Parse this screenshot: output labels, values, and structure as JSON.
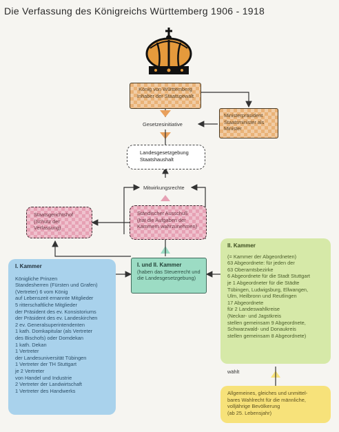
{
  "title": "Die Verfassung des Königreichs Württemberg 1906 - 1918",
  "king": {
    "lines": [
      "König von Württemberg",
      "Inhaber der Staatsgewalt"
    ]
  },
  "ministers": {
    "lines": [
      "Ministerpräsident",
      "Staatsminister als",
      "Minister"
    ]
  },
  "gesetzesinitiative": "Gesetzesinitiative",
  "landesgesetzgebung": {
    "lines": [
      "Landesgesetzgebung",
      "Staatshaushalt"
    ]
  },
  "mitwirkungsrechte": "Mitwirkungsrechte",
  "staendischer_ausschuss": {
    "lines": [
      "Ständischer Ausschuß",
      "(hat die Aufgaben der",
      "Kammern wahrzunehmen)"
    ]
  },
  "staatsgerichtshof": {
    "lines": [
      "Staatsgerichtshof",
      "(Schutz der",
      "Verfassung)"
    ]
  },
  "erste_kammer": {
    "heading": "I. Kammer",
    "lines": [
      "Königliche Prinzen",
      "Standesherren (Fürsten und Grafen)",
      "(Vertreter) 6 vom König",
      "auf Lebenszeit ernannte Mitglieder",
      "5 ritterschaftliche Mitglieder",
      "der Präsident des ev. Konsistoriums",
      "der Präsident des ev. Landeskirchen",
      "2 ev. Generalsuperintendenten",
      "1 kath. Domkapitular (als Vertreter",
      "des Bischofs) oder Domdekan",
      "1 kath. Dekan",
      "1 Vertreter",
      "der Landesuniversität Tübingen",
      "1 Vertreter der TH Stuttgart",
      "je 2 Vertreter",
      "von Handel und Industrie",
      "2 Vertreter der Landwirtschaft",
      "1 Vertreter des Handwerks"
    ]
  },
  "beide_kammern": {
    "heading": "I. und II. Kammer",
    "lines": [
      "(haben das Steuerrecht und",
      "die Landesgesetzgebung)"
    ]
  },
  "zweite_kammer": {
    "heading": "II. Kammer",
    "lines": [
      "(= Kammer der Abgeordneten)",
      "63 Abgeordnete: für jeden der",
      "63 Oberamtsbezirke",
      "6 Abgeordnete für die Stadt Stuttgart",
      "je 1 Abgeordneter für die Städte",
      "Tübingen, Ludwigsburg, Ellwangen,",
      "Ulm, Heilbronn und Reutlingen",
      "17 Abgeordnete",
      "für 2 Landeswahlkreise",
      "(Neckar- und Jagstkreis",
      "stellen gemeinsam 9 Abgeordnete,",
      "Schwarzwald- und Donaukreis",
      "stellen gemeinsam 8 Abgeordnete)"
    ]
  },
  "waehlt": "wählt",
  "bevoelkerung": {
    "lines": [
      "Allgemeines, gleiches und unmittel-",
      "bares Wahlrecht für die männliche,",
      "volljährige Bevölkerung",
      "(ab 25. Lebensjahr)"
    ]
  },
  "colors": {
    "orange": "#e9b277",
    "pink": "#e6a1b4",
    "blue": "#a9d2ec",
    "green": "#9cdcc4",
    "lime": "#d6e9a8",
    "yellow": "#f7e27a"
  },
  "icons": [
    "crown-icon"
  ]
}
